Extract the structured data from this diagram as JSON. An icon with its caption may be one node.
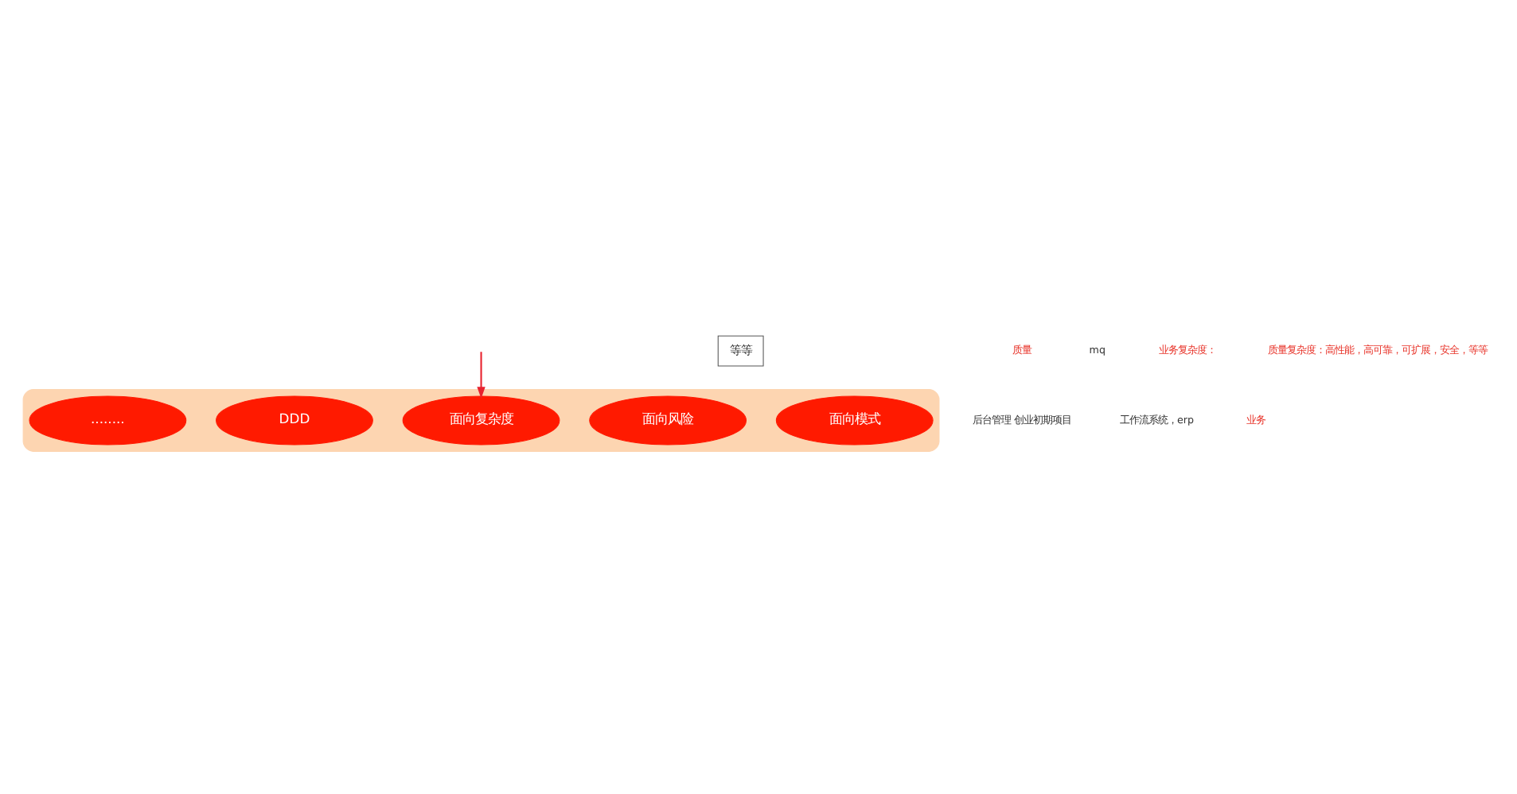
{
  "diagram": {
    "nodes": [
      {
        "text": [],
        "shape": "box"
      },
      {
        "text": [
          "面向模式"
        ],
        "in": 0
      },
      {
        "text": [
          "面向风险"
        ],
        "in": 0
      },
      {
        "text": [
          "面向复杂度"
        ],
        "in": 0
      },
      {
        "text": [
          "DDD"
        ],
        "in": 0
      },
      {
        "text": [
          "........"
        ],
        "in": 0
      },
      {
        "text": [
          "等等"
        ]
      }
    ],
    "edges": [
      {
        "from": null,
        "to": 3,
        "arrow": "to"
      }
    ],
    "labels": [
      "质量",
      "mq",
      "业务复杂度：",
      "质量复杂度：高性能，高可靠，可扩展，安全，等等",
      "后台管理 创业初期项目",
      "工作流系统，erp",
      "业务"
    ]
  }
}
